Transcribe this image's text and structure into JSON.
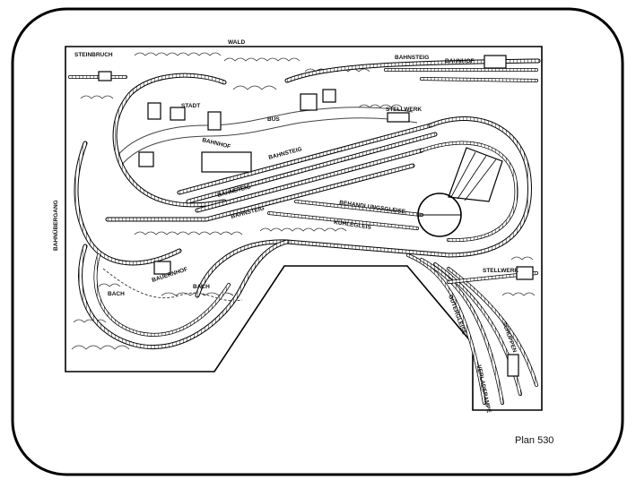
{
  "caption": "Plan 530",
  "labels": {
    "wald": "WALD",
    "steinbruch": "STEINBRUCH",
    "bahnsteig_top": "BAHNSTEIG",
    "bahnhof_top": "BAHNHOF",
    "stadt": "STADT",
    "bus": "BUS",
    "stellwerk_top": "STELLWERK",
    "bahnhof_mid": "BAHNHOF",
    "bahnsteig_mid": "BAHNSTEIG",
    "bahnsteig_low": "BAHNSTEIG",
    "bahnsteig_low2": "BAHNSTEIG",
    "behandlungsgleise": "BEHANDLUNGSGLEISE",
    "kuehlegleis": "KÜHLEGLEIS",
    "bahnuebergang": "BAHNÜBERGANG",
    "bauernhof": "BAUERNHOF",
    "bach1": "BACH",
    "bach2": "BACH",
    "stellwerk_low": "STELLWERK",
    "gueterschuppen": "GÜTERGLEISE",
    "schuppen": "SCHUPPEN",
    "verladerampe": "VERLADERAMPE"
  }
}
